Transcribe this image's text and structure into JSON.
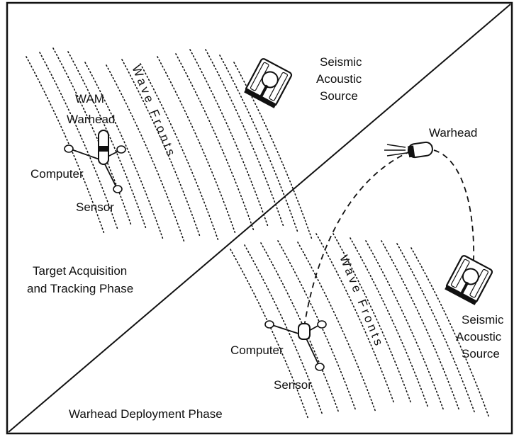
{
  "top_panel": {
    "phase_label_line1": "Target Acquisition",
    "phase_label_line2": "and Tracking Phase",
    "wam_label": "WAM",
    "warhead_label": "Warhead",
    "computer_label": "Computer",
    "sensor_label": "Sensor",
    "wave_fronts_label": "Wave Fronts",
    "source_label_line1": "Seismic",
    "source_label_line2": "Acoustic",
    "source_label_line3": "Source"
  },
  "bottom_panel": {
    "phase_label": "Warhead Deployment Phase",
    "warhead_label": "Warhead",
    "computer_label": "Computer",
    "sensor_label": "Sensor",
    "wave_fronts_label": "Wave Fronts",
    "source_label_line1": "Seismic",
    "source_label_line2": "Acoustic",
    "source_label_line3": "Source"
  },
  "icons": {
    "tank": "tank-icon",
    "wam_device": "wam-device-icon",
    "warhead_projectile": "warhead-projectile-icon"
  },
  "colors": {
    "line": "#111111",
    "background": "#ffffff"
  }
}
